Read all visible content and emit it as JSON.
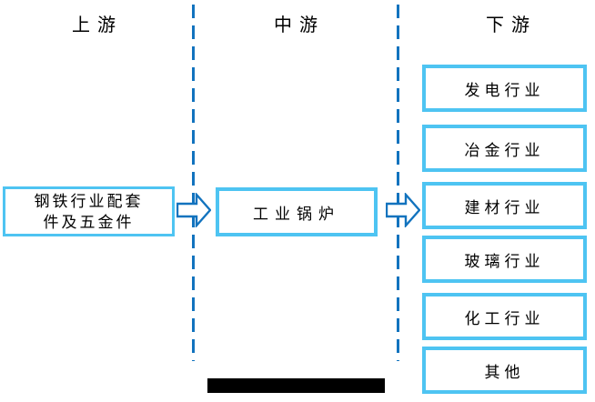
{
  "columns": {
    "upstream_label": "上游",
    "midstream_label": "中游",
    "downstream_label": "下游"
  },
  "upstream": {
    "box_line1": "钢铁行业配套",
    "box_line2": "件及五金件"
  },
  "midstream": {
    "box_label": "工业锅炉"
  },
  "downstream": {
    "boxes": [
      "发电行业",
      "冶金行业",
      "建材行业",
      "玻璃行业",
      "化工行业",
      "其他"
    ]
  },
  "colors": {
    "box_border": "#4EC4F2",
    "flow_blue": "#1273BE",
    "text": "#000000",
    "redaction_bar": "#000000"
  },
  "icons": {
    "arrow_upstream_to_midstream": "right-block-arrow-icon",
    "arrow_midstream_to_downstream": "right-block-arrow-icon"
  }
}
